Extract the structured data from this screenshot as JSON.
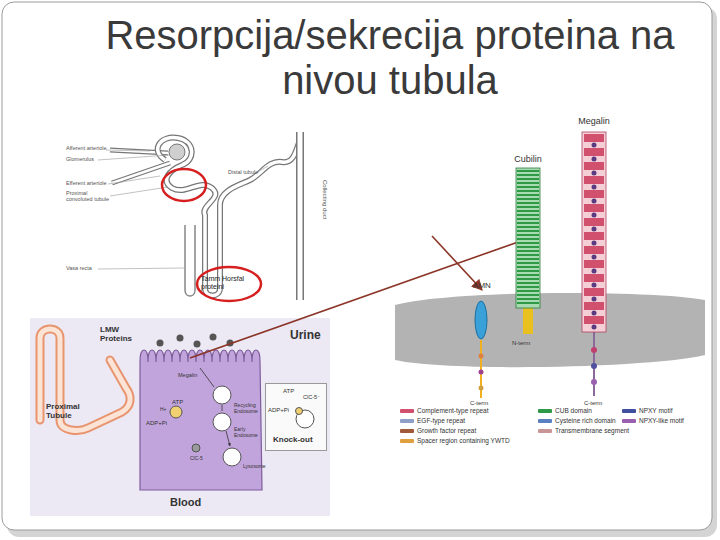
{
  "diagram": {
    "title": "Resorpcija/sekrecija proteina na nivou tubula",
    "nodes": [
      {
        "text": [
          "Tamm Horsfal proteini"
        ]
      },
      {
        "text": [
          "ATP",
          "ADP+Pi",
          "ClC-5⁻",
          "Knock-out"
        ]
      },
      {
        "text": [
          "AMN"
        ]
      },
      {
        "text": [
          "Cubilin"
        ]
      },
      {
        "text": [
          "Megalin"
        ]
      }
    ],
    "labels": [
      "Afferent arteriole",
      "Glomerulus",
      "Efferent arteriole",
      "Proximal convoluted tubule",
      "Vasa recta",
      "Distal tubule",
      "Collecting duct",
      "LMW Proteins",
      "Urine",
      "Proximal Tubule",
      "Megalin",
      "ATP",
      "H+",
      "ADP+Pi",
      "Recycling Endosome",
      "Early Endosome",
      "ClC-5",
      "Lysosome",
      "Blood",
      "N-term",
      "C-term",
      "C-term"
    ],
    "legend": [
      {
        "text": "Complement-type repeat",
        "color": "#d0506e"
      },
      {
        "text": "EGF-type repeat",
        "color": "#8fa0c8"
      },
      {
        "text": "Growth factor repeat",
        "color": "#a05a3a"
      },
      {
        "text": "Spacer region containing YWTD",
        "color": "#e0a040"
      },
      {
        "text": "CUB domain",
        "color": "#2e9a48"
      },
      {
        "text": "Cysteine rich domain",
        "color": "#5a7fc0"
      },
      {
        "text": "Transmembrane segment",
        "color": "#c89696"
      },
      {
        "text": "NPXY motif",
        "color": "#4050a0"
      },
      {
        "text": "NPXY-like motif",
        "color": "#9a60b0"
      }
    ]
  }
}
